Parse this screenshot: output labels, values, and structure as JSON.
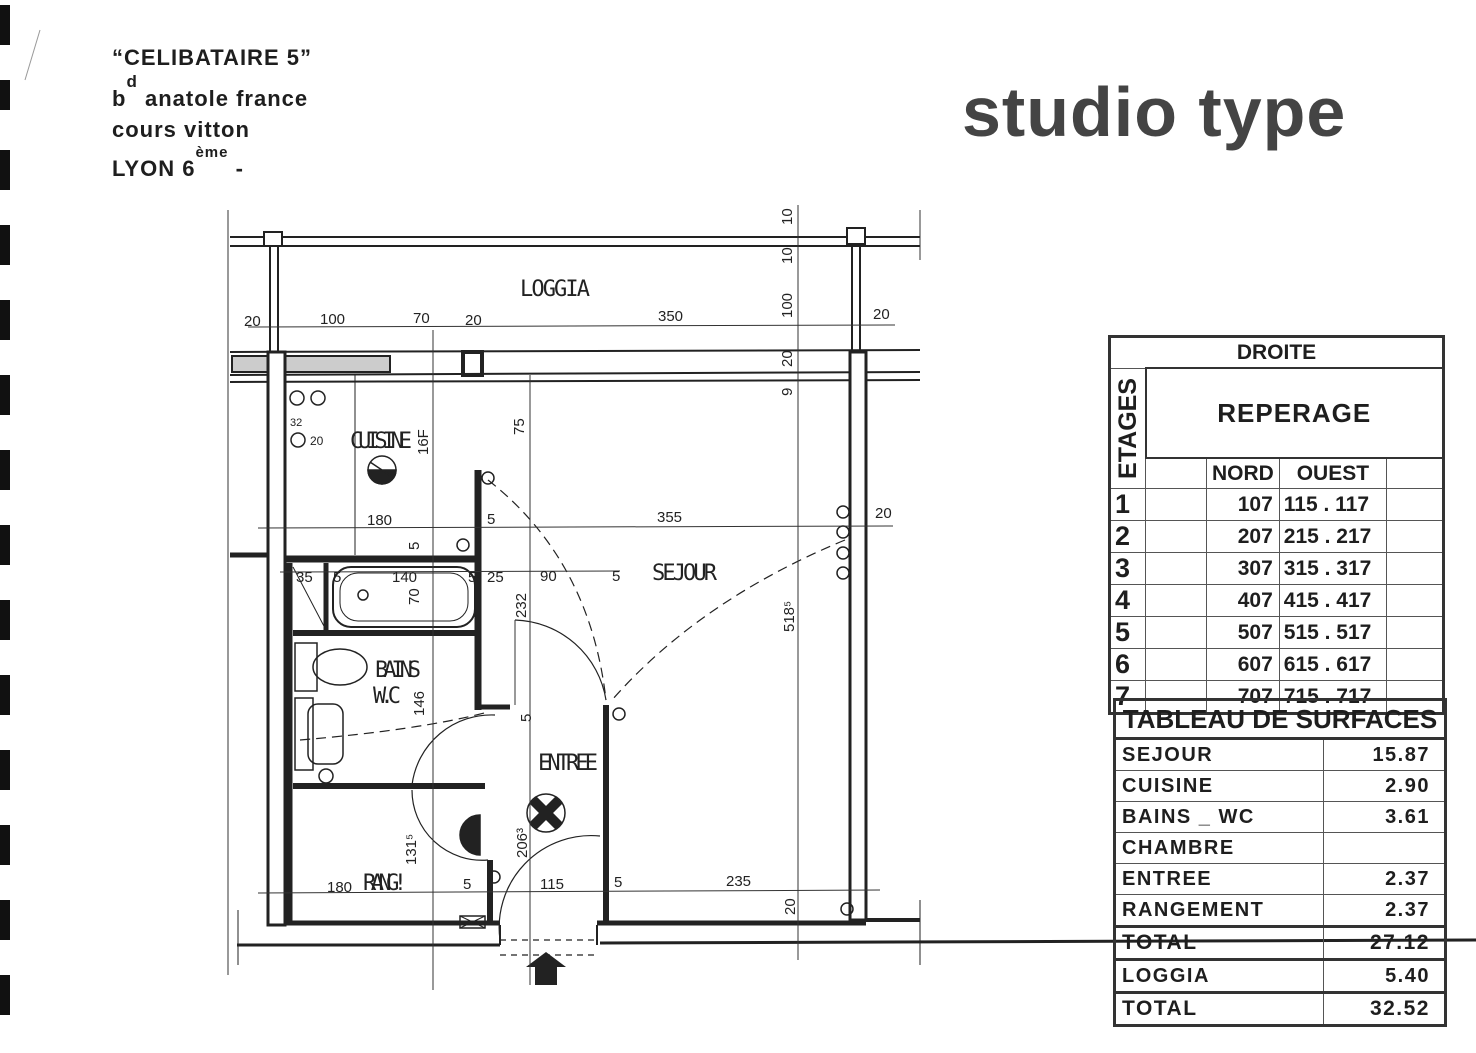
{
  "header": {
    "project": "“CELIBATAIRE 5”",
    "address_b": "b",
    "address_sup": "d",
    "address_street": " anatole france",
    "address_line2": "cours vitton",
    "city": "LYON 6",
    "city_sup": "ème",
    "city_suffix": " -"
  },
  "title": "studio type",
  "plan": {
    "rooms": {
      "loggia": "LOGGIA",
      "cuisine": "CUISINE",
      "sejour": "SEJOUR",
      "bains": "BAINS",
      "wc": "W.C",
      "entree": "ENTREE",
      "rangement": "RANG!"
    },
    "dimensions": [
      "20",
      "100",
      "70",
      "20",
      "350",
      "20",
      "10",
      "10",
      "100",
      "20",
      "9",
      "75",
      "180",
      "5",
      "355",
      "20",
      "5",
      "35",
      "5",
      "140",
      "70",
      "5",
      "25",
      "90",
      "5",
      "232",
      "518⁵",
      "146",
      "5",
      "131⁵",
      "206³",
      "180",
      "5",
      "115",
      "5",
      "235",
      "20",
      "16F",
      "32",
      "20"
    ]
  },
  "reperage": {
    "side": "DROITE",
    "floors_label": "ETAGES",
    "title": "REPERAGE",
    "col_nord": "NORD",
    "col_ouest": "OUEST",
    "rows": [
      {
        "etage": "1",
        "nord": "107",
        "ouest": "115 . 117"
      },
      {
        "etage": "2",
        "nord": "207",
        "ouest": "215 . 217"
      },
      {
        "etage": "3",
        "nord": "307",
        "ouest": "315 . 317"
      },
      {
        "etage": "4",
        "nord": "407",
        "ouest": "415 . 417"
      },
      {
        "etage": "5",
        "nord": "507",
        "ouest": "515 . 517"
      },
      {
        "etage": "6",
        "nord": "607",
        "ouest": "615 . 617"
      },
      {
        "etage": "7",
        "nord": "707",
        "ouest": "715 . 717"
      }
    ]
  },
  "surfaces": {
    "title": "TABLEAU DE SURFACES",
    "rows": [
      {
        "label": "SEJOUR",
        "value": "15.87"
      },
      {
        "label": "CUISINE",
        "value": "2.90"
      },
      {
        "label": "BAINS _ WC",
        "value": "3.61"
      },
      {
        "label": "CHAMBRE",
        "value": ""
      },
      {
        "label": "ENTREE",
        "value": "2.37"
      },
      {
        "label": "RANGEMENT",
        "value": "2.37"
      },
      {
        "label": "TOTAL",
        "value": "27.12"
      },
      {
        "label": "LOGGIA",
        "value": "5.40"
      },
      {
        "label": "TOTAL",
        "value": "32.52"
      }
    ]
  },
  "colors": {
    "ink": "#1e1e1e",
    "title": "#444444",
    "paper": "#ffffff"
  }
}
